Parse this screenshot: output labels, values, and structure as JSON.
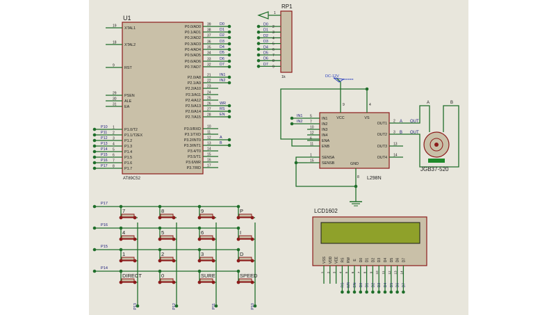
{
  "colors": {
    "paper": "#e8e6dc",
    "outer": "#ffffff",
    "part_fill": "#c9c0a8",
    "part_edge": "#8b1a1a",
    "wire": "#1f6e2a",
    "label": "#1a1a1a",
    "pin_text": "#8b1a1a",
    "net": "#1a1a7a",
    "power": "#2a3fbf",
    "lcd_screen": "#8fa12a",
    "key_body": "#8b1a1a",
    "motor_base": "#1f8a2a"
  },
  "mcu": {
    "ref": "U1",
    "part": "AT89C52",
    "left_pins": [
      {
        "num": "19",
        "name": "XTAL1"
      },
      {
        "num": "18",
        "name": "XTAL2"
      },
      {
        "num": "9",
        "name": "RST"
      },
      {
        "num": "29",
        "name": "PSEN"
      },
      {
        "num": "30",
        "name": "ALE"
      },
      {
        "num": "31",
        "name": "EA"
      },
      {
        "num": "1",
        "name": "P1.0/T2",
        "net": "P10"
      },
      {
        "num": "2",
        "name": "P1.1/T2EX",
        "net": "P11"
      },
      {
        "num": "3",
        "name": "P1.2",
        "net": "P12"
      },
      {
        "num": "4",
        "name": "P1.3",
        "net": "P13"
      },
      {
        "num": "5",
        "name": "P1.4",
        "net": "P14"
      },
      {
        "num": "6",
        "name": "P1.5",
        "net": "P15"
      },
      {
        "num": "7",
        "name": "P1.6",
        "net": "P16"
      },
      {
        "num": "8",
        "name": "P1.7",
        "net": "P17"
      }
    ],
    "right_pins": [
      {
        "num": "39",
        "name": "P0.0/AD0",
        "net": "D0"
      },
      {
        "num": "38",
        "name": "P0.1/AD1",
        "net": "D1"
      },
      {
        "num": "37",
        "name": "P0.2/AD2",
        "net": "D2"
      },
      {
        "num": "36",
        "name": "P0.3/AD3",
        "net": "D3"
      },
      {
        "num": "35",
        "name": "P0.4/AD4",
        "net": "D4"
      },
      {
        "num": "34",
        "name": "P0.5/AD5",
        "net": "D5"
      },
      {
        "num": "33",
        "name": "P0.6/AD6",
        "net": "D6"
      },
      {
        "num": "32",
        "name": "P0.7/AD7",
        "net": "D7"
      },
      {
        "num": "21",
        "name": "P2.0/A8",
        "net": "IN1"
      },
      {
        "num": "22",
        "name": "P2.1/A9",
        "net": "IN2"
      },
      {
        "num": "23",
        "name": "P2.2/A10"
      },
      {
        "num": "24",
        "name": "P2.3/A11"
      },
      {
        "num": "25",
        "name": "P2.4/A12"
      },
      {
        "num": "26",
        "name": "P2.5/A13",
        "net": "WR"
      },
      {
        "num": "27",
        "name": "P2.6/A14",
        "net": "RS"
      },
      {
        "num": "28",
        "name": "P2.7/A15",
        "net": "EN"
      },
      {
        "num": "10",
        "name": "P3.0/RXD"
      },
      {
        "num": "11",
        "name": "P3.1/TXD"
      },
      {
        "num": "12",
        "name": "P3.2/INT0",
        "net": "A"
      },
      {
        "num": "13",
        "name": "P3.3/INT1",
        "net": "B"
      },
      {
        "num": "14",
        "name": "P3.4/T0"
      },
      {
        "num": "15",
        "name": "P3.5/T1"
      },
      {
        "num": "16",
        "name": "P3.6/WR"
      },
      {
        "num": "17",
        "name": "P3.7/RD"
      }
    ]
  },
  "rp1": {
    "ref": "RP1",
    "value": "1k",
    "top_pin": "1",
    "pins": [
      {
        "net": "D0",
        "num": "2"
      },
      {
        "net": "D1",
        "num": "3"
      },
      {
        "net": "D2",
        "num": "4"
      },
      {
        "net": "D3",
        "num": "5"
      },
      {
        "net": "D4",
        "num": "6"
      },
      {
        "net": "D5",
        "num": "7"
      },
      {
        "net": "D6",
        "num": "8"
      },
      {
        "net": "D7",
        "num": "9"
      }
    ]
  },
  "driver": {
    "part": "L298N",
    "supply_label": "DC-12V",
    "supply_stub": "=====",
    "top_pins": [
      {
        "num": "9",
        "name": "VCC"
      },
      {
        "num": "4",
        "name": "VS"
      }
    ],
    "left_pins": [
      {
        "num": "5",
        "name": "IN1",
        "net": "IN1"
      },
      {
        "num": "7",
        "name": "IN2",
        "net": "IN2"
      },
      {
        "num": "10",
        "name": "IN3"
      },
      {
        "num": "12",
        "name": "IN4"
      },
      {
        "num": "6",
        "name": "ENA"
      },
      {
        "num": "11",
        "name": "ENB"
      },
      {
        "num": "1",
        "name": "SENSA"
      },
      {
        "num": "15",
        "name": "SENSB"
      }
    ],
    "right_pins": [
      {
        "num": "2",
        "name": "OUT1",
        "net": "A_OUT"
      },
      {
        "num": "3",
        "name": "OUT2",
        "net": "B_OUT"
      },
      {
        "num": "13",
        "name": "OUT3"
      },
      {
        "num": "14",
        "name": "OUT4"
      }
    ],
    "gnd_name": "GND",
    "gnd_pin": "8",
    "out_a": "A",
    "out_b": "B",
    "out_word": "OUT"
  },
  "motor": {
    "part": "JGB37-520",
    "term_a": "A",
    "term_b": "B"
  },
  "lcd": {
    "title": "LCD1602",
    "pins": [
      {
        "name": "VSS",
        "num": "1"
      },
      {
        "name": "VDD",
        "num": "2"
      },
      {
        "name": "VEE",
        "num": "3"
      },
      {
        "name": "RS",
        "num": "4",
        "net": "RS"
      },
      {
        "name": "RW",
        "num": "5",
        "net": "WR"
      },
      {
        "name": "E",
        "num": "6",
        "net": "EN"
      },
      {
        "name": "D0",
        "num": "7",
        "net": "D0"
      },
      {
        "name": "D1",
        "num": "8",
        "net": "D1"
      },
      {
        "name": "D2",
        "num": "9",
        "net": "D2"
      },
      {
        "name": "D3",
        "num": "10",
        "net": "D3"
      },
      {
        "name": "D4",
        "num": "11",
        "net": "D4"
      },
      {
        "name": "D5",
        "num": "12",
        "net": "D5"
      },
      {
        "name": "D6",
        "num": "13",
        "net": "D6"
      },
      {
        "name": "D7",
        "num": "14",
        "net": "D7"
      }
    ]
  },
  "keypad": {
    "rows": [
      "P17",
      "P16",
      "P15",
      "P14"
    ],
    "cols": [
      "P13",
      "P12",
      "P11",
      "P10"
    ],
    "keys": [
      [
        "7",
        "8",
        "9",
        "P"
      ],
      [
        "4",
        "5",
        "6",
        "I"
      ],
      [
        "1",
        "2",
        "3",
        "D"
      ],
      [
        "DIRECT",
        "0",
        "SURE",
        "SPEED"
      ]
    ]
  }
}
